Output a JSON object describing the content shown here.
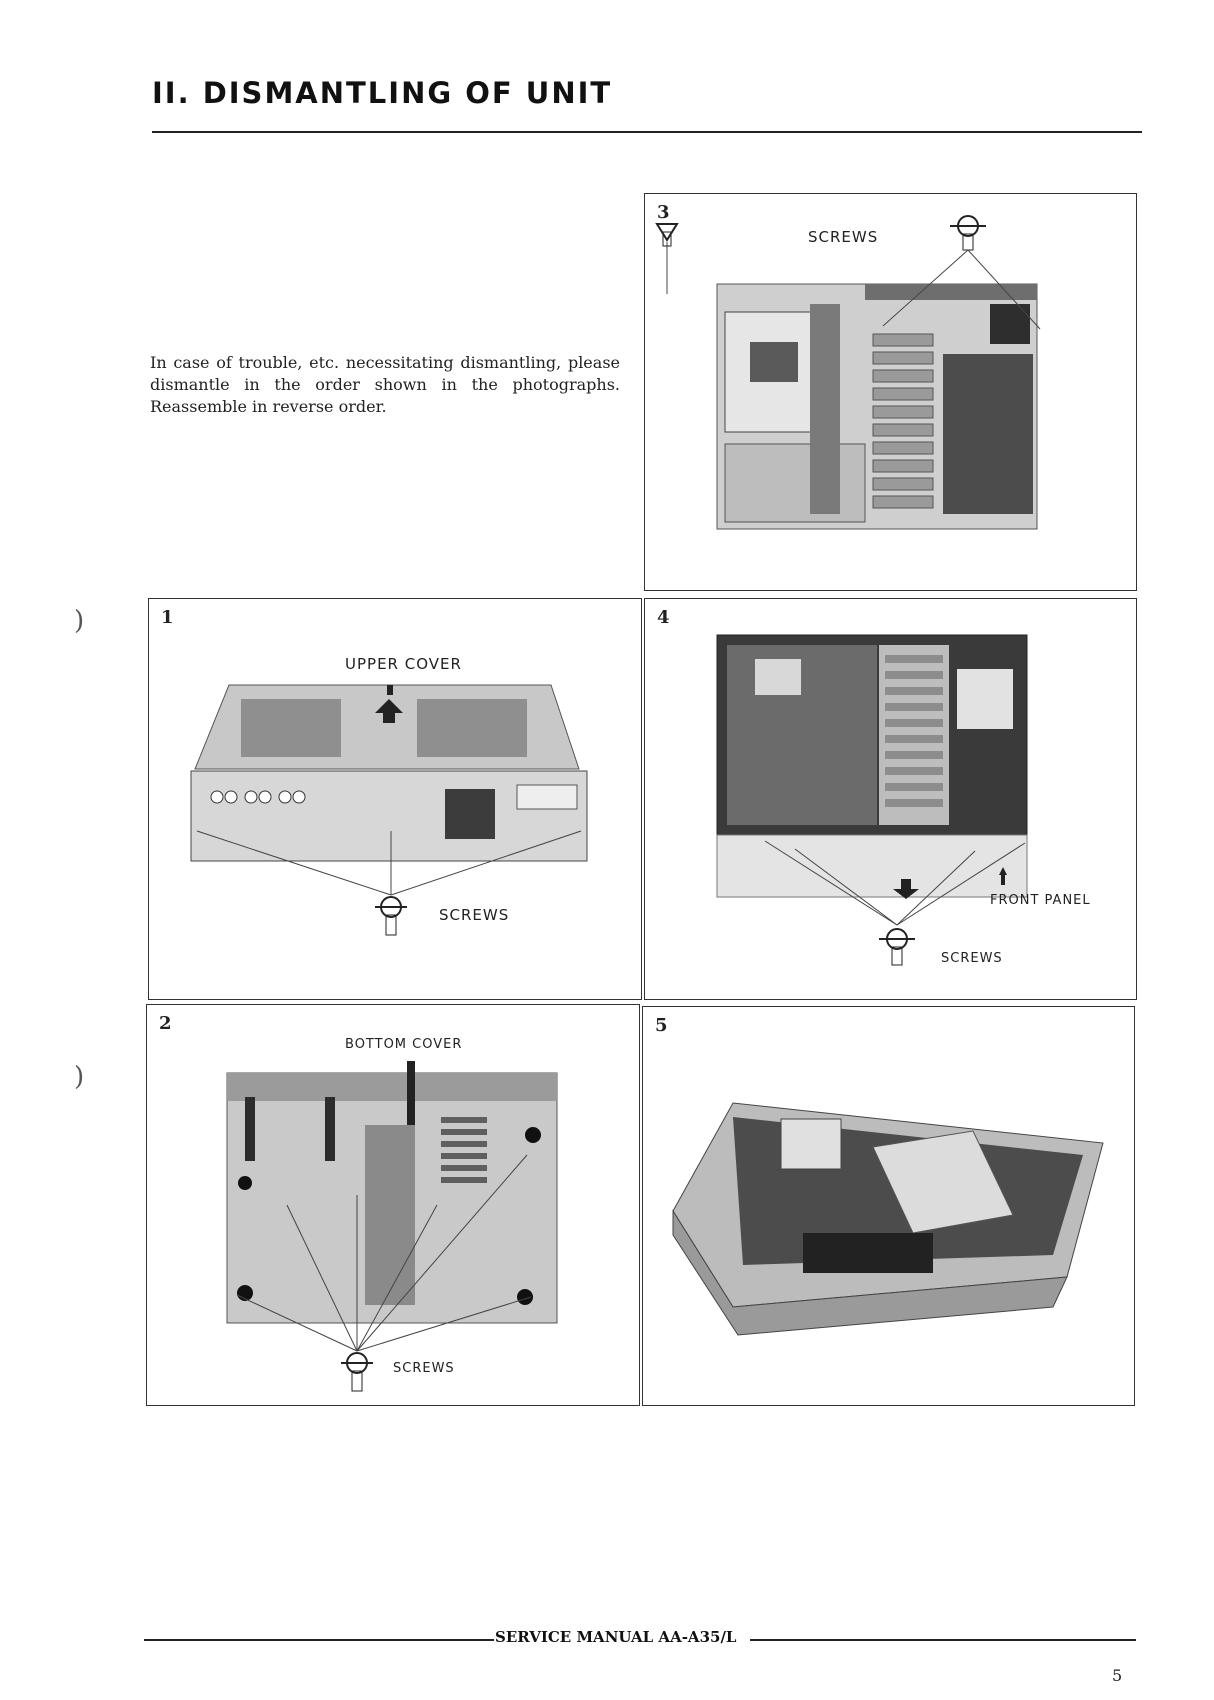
{
  "section_title": "II. DISMANTLING OF UNIT",
  "intro_text": "In case of trouble, etc. necessitating dismantling, please dismantle in the order shown in the photographs. Reassemble in reverse order.",
  "panels": [
    {
      "number": "3",
      "callouts": [
        "SCREWS"
      ]
    },
    {
      "number": "1",
      "callouts": [
        "UPPER COVER",
        "SCREWS"
      ]
    },
    {
      "number": "4",
      "callouts": [
        "FRONT PANEL",
        "SCREWS"
      ]
    },
    {
      "number": "2",
      "callouts": [
        "BOTTOM COVER",
        "SCREWS"
      ]
    },
    {
      "number": "5",
      "callouts": []
    }
  ],
  "footer": {
    "text": "SERVICE MANUAL AA-A35/L",
    "page_number": "5"
  },
  "margin_marks": [
    ")",
    ")"
  ]
}
